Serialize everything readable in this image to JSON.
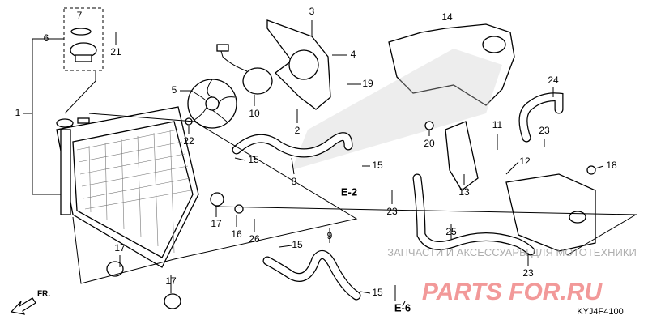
{
  "diagram": {
    "code": "KYJ4F4100",
    "direction_label": "FR.",
    "callouts": [
      "7",
      "6",
      "21",
      "1",
      "3",
      "4",
      "5",
      "19",
      "10",
      "2",
      "22",
      "15",
      "8",
      "15",
      "E-2",
      "14",
      "24",
      "11",
      "23",
      "20",
      "12",
      "18",
      "13",
      "23",
      "17",
      "16",
      "26",
      "25",
      "9",
      "15",
      "17",
      "17",
      "15",
      "E-6",
      "23"
    ],
    "watermark": {
      "line1": "ЗАПЧАСТИ И АКСЕССУАРЫ ДЛЯ МОТОТЕХНИКИ",
      "line2": "PARTS FOR.RU",
      "color": "#f08080"
    }
  }
}
